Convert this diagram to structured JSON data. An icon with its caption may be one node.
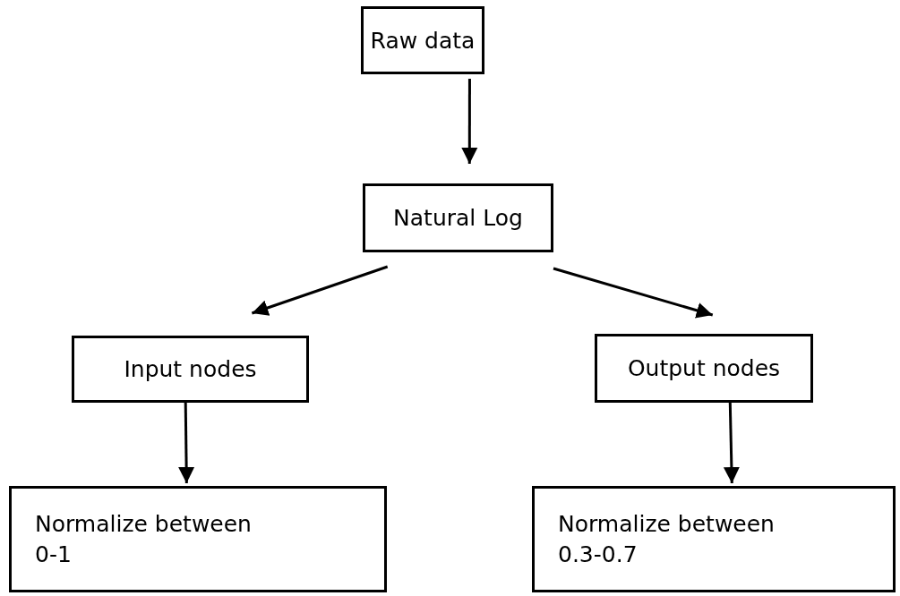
{
  "diagram": {
    "nodes": [
      {
        "text": [
          "Raw data"
        ]
      },
      {
        "text": [
          "Natural Log"
        ]
      },
      {
        "text": [
          "Input nodes"
        ]
      },
      {
        "text": [
          "Output nodes"
        ]
      },
      {
        "text": [
          "Normalize between 0-1"
        ]
      },
      {
        "text": [
          "Normalize between 0.3-0.7"
        ]
      }
    ],
    "edges": [
      {
        "from": 0,
        "to": 1,
        "arrow": "to"
      },
      {
        "from": 1,
        "to": 2,
        "arrow": "to"
      },
      {
        "from": 1,
        "to": 3,
        "arrow": "to"
      },
      {
        "from": 2,
        "to": 4,
        "arrow": "to"
      },
      {
        "from": 3,
        "to": 5,
        "arrow": "to"
      }
    ]
  }
}
